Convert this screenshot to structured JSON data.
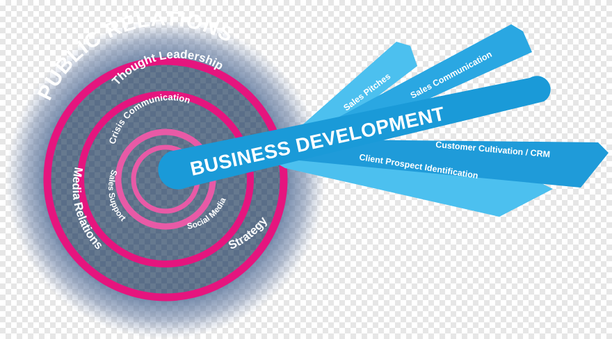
{
  "target": {
    "outer_label": "PUBLIC RELATIONS",
    "ring2_top_label": "Thought Leadership",
    "ring2_left_label": "Media Relations",
    "ring2_right_label": "Strategy",
    "ring3_top_label": "Crisis Communication",
    "ring3_left_label": "Sales Support",
    "ring3_right_label": "Social Media"
  },
  "arrow": {
    "main_label": "BUSINESS DEVELOPMENT",
    "blades": [
      "Sales Pitches",
      "Sales Communication",
      "Customer Cultivation / CRM",
      "Client Prospect Identification"
    ]
  },
  "colors": {
    "pink": "#e5157e",
    "pink_light": "#e85aa6",
    "blue_main": "#1a9ad8",
    "blue_light": "#3db8ec",
    "blue_mid": "#2aa7e2",
    "glow": "#4e6b93",
    "target_fill": "#5b6f88"
  }
}
